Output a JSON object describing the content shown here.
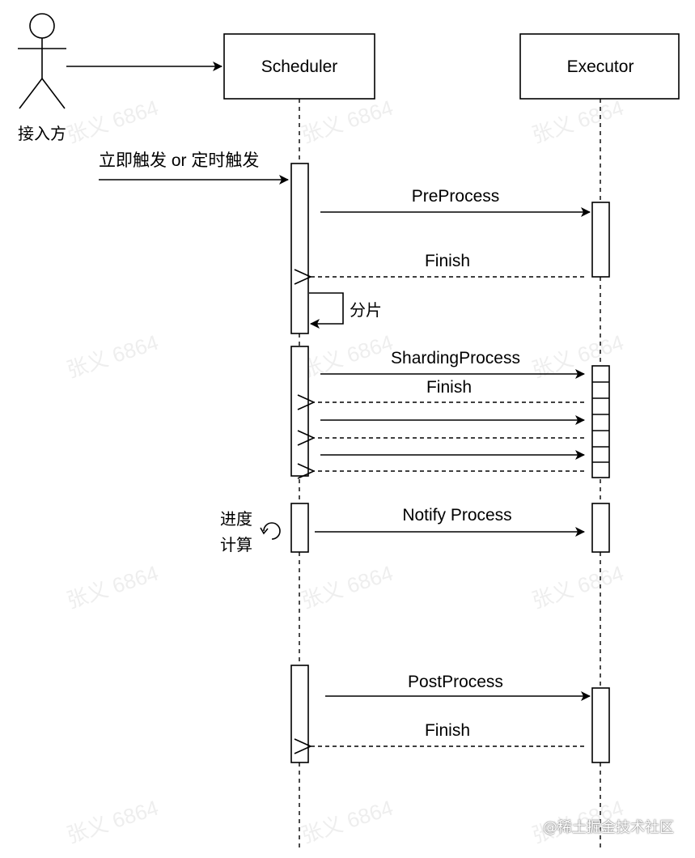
{
  "actor": {
    "label": "接入方"
  },
  "participants": {
    "scheduler": "Scheduler",
    "executor": "Executor"
  },
  "messages": {
    "trigger": "立即触发 or 定时触发",
    "preprocess": "PreProcess",
    "finish1": "Finish",
    "shard_self": "分片",
    "sharding": "ShardingProcess",
    "finish2": "Finish",
    "notify": "Notify Process",
    "progress_line1": "进度",
    "progress_line2": "计算",
    "postprocess": "PostProcess",
    "finish3": "Finish"
  },
  "watermark": "张义 6864",
  "footer": "@稀土掘金技术社区",
  "colors": {
    "stroke": "#000000",
    "background": "#ffffff"
  }
}
